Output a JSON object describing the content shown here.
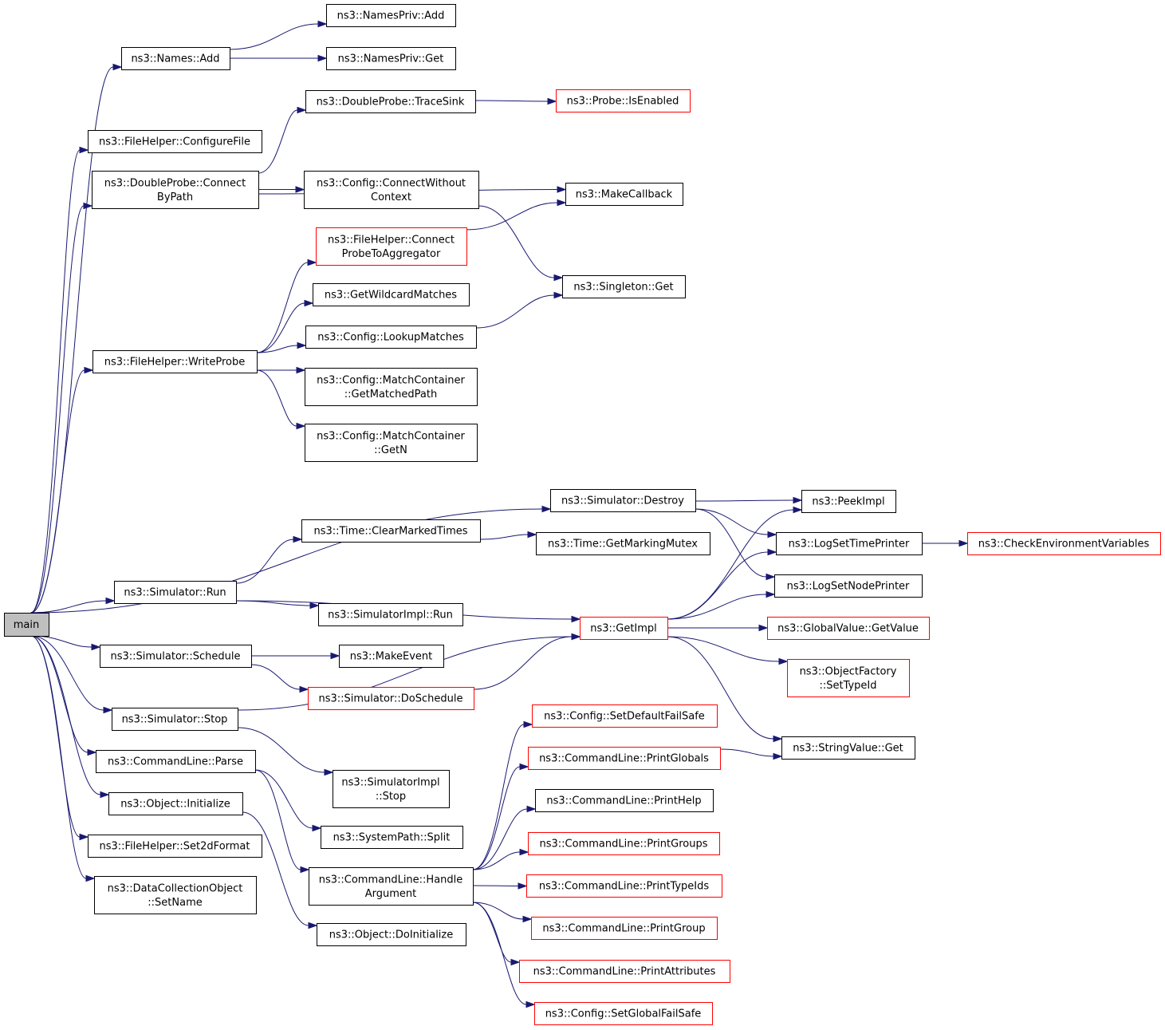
{
  "colors": {
    "edge": "#191970",
    "border_normal": "#000000",
    "border_truncated": "#ff0000",
    "root_fill": "#bfbfbf"
  },
  "nodes": [
    {
      "id": "main",
      "lines": [
        "main"
      ],
      "kind": "root"
    },
    {
      "id": "names_add",
      "lines": [
        "ns3::Names::Add"
      ],
      "kind": "normal"
    },
    {
      "id": "namespriv_add",
      "lines": [
        "ns3::NamesPriv::Add"
      ],
      "kind": "normal"
    },
    {
      "id": "namespriv_get",
      "lines": [
        "ns3::NamesPriv::Get"
      ],
      "kind": "normal"
    },
    {
      "id": "doubleprobe_tracesink",
      "lines": [
        "ns3::DoubleProbe::TraceSink"
      ],
      "kind": "normal"
    },
    {
      "id": "probe_isenabled",
      "lines": [
        "ns3::Probe::IsEnabled"
      ],
      "kind": "truncated"
    },
    {
      "id": "filehelper_configurefile",
      "lines": [
        "ns3::FileHelper::ConfigureFile"
      ],
      "kind": "normal"
    },
    {
      "id": "doubleprobe_connectbypath",
      "lines": [
        "ns3::DoubleProbe::Connect",
        "ByPath"
      ],
      "kind": "normal"
    },
    {
      "id": "config_connectwithoutcontext",
      "lines": [
        "ns3::Config::ConnectWithout",
        "Context"
      ],
      "kind": "normal"
    },
    {
      "id": "makecallback",
      "lines": [
        "ns3::MakeCallback"
      ],
      "kind": "normal"
    },
    {
      "id": "filehelper_connectprobetoaggregator",
      "lines": [
        "ns3::FileHelper::Connect",
        "ProbeToAggregator"
      ],
      "kind": "truncated"
    },
    {
      "id": "singleton_get",
      "lines": [
        "ns3::Singleton::Get"
      ],
      "kind": "normal"
    },
    {
      "id": "getwildcardmatches",
      "lines": [
        "ns3::GetWildcardMatches"
      ],
      "kind": "normal"
    },
    {
      "id": "config_lookupmatches",
      "lines": [
        "ns3::Config::LookupMatches"
      ],
      "kind": "normal"
    },
    {
      "id": "filehelper_writeprobe",
      "lines": [
        "ns3::FileHelper::WriteProbe"
      ],
      "kind": "normal"
    },
    {
      "id": "matchcontainer_getmatchedpath",
      "lines": [
        "ns3::Config::MatchContainer",
        "::GetMatchedPath"
      ],
      "kind": "normal"
    },
    {
      "id": "matchcontainer_getn",
      "lines": [
        "ns3::Config::MatchContainer",
        "::GetN"
      ],
      "kind": "normal"
    },
    {
      "id": "simulator_destroy",
      "lines": [
        "ns3::Simulator::Destroy"
      ],
      "kind": "normal"
    },
    {
      "id": "peekimpl",
      "lines": [
        "ns3::PeekImpl"
      ],
      "kind": "normal"
    },
    {
      "id": "time_clearmarkedtimes",
      "lines": [
        "ns3::Time::ClearMarkedTimes"
      ],
      "kind": "normal"
    },
    {
      "id": "logsettimeprinter",
      "lines": [
        "ns3::LogSetTimePrinter"
      ],
      "kind": "normal"
    },
    {
      "id": "checkenvironmentvariables",
      "lines": [
        "ns3::CheckEnvironmentVariables"
      ],
      "kind": "truncated"
    },
    {
      "id": "time_getmarkingmutex",
      "lines": [
        "ns3::Time::GetMarkingMutex"
      ],
      "kind": "normal"
    },
    {
      "id": "simulator_run",
      "lines": [
        "ns3::Simulator::Run"
      ],
      "kind": "normal"
    },
    {
      "id": "logsetnodeprinter",
      "lines": [
        "ns3::LogSetNodePrinter"
      ],
      "kind": "normal"
    },
    {
      "id": "simulatorimpl_run",
      "lines": [
        "ns3::SimulatorImpl::Run"
      ],
      "kind": "normal"
    },
    {
      "id": "getimpl",
      "lines": [
        "ns3::GetImpl"
      ],
      "kind": "truncated"
    },
    {
      "id": "globalvalue_getvalue",
      "lines": [
        "ns3::GlobalValue::GetValue"
      ],
      "kind": "truncated"
    },
    {
      "id": "simulator_schedule",
      "lines": [
        "ns3::Simulator::Schedule"
      ],
      "kind": "normal"
    },
    {
      "id": "makeevent",
      "lines": [
        "ns3::MakeEvent"
      ],
      "kind": "normal"
    },
    {
      "id": "objectfactory_settypeid",
      "lines": [
        "ns3::ObjectFactory",
        "::SetTypeId"
      ],
      "kind": "truncated"
    },
    {
      "id": "simulator_doschedule",
      "lines": [
        "ns3::Simulator::DoSchedule"
      ],
      "kind": "truncated"
    },
    {
      "id": "config_setdefaultfailsafe",
      "lines": [
        "ns3::Config::SetDefaultFailSafe"
      ],
      "kind": "truncated"
    },
    {
      "id": "simulator_stop",
      "lines": [
        "ns3::Simulator::Stop"
      ],
      "kind": "normal"
    },
    {
      "id": "stringvalue_get",
      "lines": [
        "ns3::StringValue::Get"
      ],
      "kind": "normal"
    },
    {
      "id": "commandline_printglobals",
      "lines": [
        "ns3::CommandLine::PrintGlobals"
      ],
      "kind": "truncated"
    },
    {
      "id": "commandline_parse",
      "lines": [
        "ns3::CommandLine::Parse"
      ],
      "kind": "normal"
    },
    {
      "id": "simulatorimpl_stop",
      "lines": [
        "ns3::SimulatorImpl",
        "::Stop"
      ],
      "kind": "normal"
    },
    {
      "id": "commandline_printhelp",
      "lines": [
        "ns3::CommandLine::PrintHelp"
      ],
      "kind": "normal"
    },
    {
      "id": "object_initialize",
      "lines": [
        "ns3::Object::Initialize"
      ],
      "kind": "normal"
    },
    {
      "id": "systempath_split",
      "lines": [
        "ns3::SystemPath::Split"
      ],
      "kind": "normal"
    },
    {
      "id": "commandline_printgroups",
      "lines": [
        "ns3::CommandLine::PrintGroups"
      ],
      "kind": "truncated"
    },
    {
      "id": "filehelper_set2dformat",
      "lines": [
        "ns3::FileHelper::Set2dFormat"
      ],
      "kind": "normal"
    },
    {
      "id": "commandline_handleargument",
      "lines": [
        "ns3::CommandLine::Handle",
        "Argument"
      ],
      "kind": "normal"
    },
    {
      "id": "commandline_printtypeids",
      "lines": [
        "ns3::CommandLine::PrintTypeIds"
      ],
      "kind": "truncated"
    },
    {
      "id": "datacollectionobject_setname",
      "lines": [
        "ns3::DataCollectionObject",
        "::SetName"
      ],
      "kind": "normal"
    },
    {
      "id": "commandline_printgroup",
      "lines": [
        "ns3::CommandLine::PrintGroup"
      ],
      "kind": "truncated"
    },
    {
      "id": "object_doinitialize",
      "lines": [
        "ns3::Object::DoInitialize"
      ],
      "kind": "normal"
    },
    {
      "id": "commandline_printattributes",
      "lines": [
        "ns3::CommandLine::PrintAttributes"
      ],
      "kind": "truncated"
    },
    {
      "id": "config_setglobalfailsafe",
      "lines": [
        "ns3::Config::SetGlobalFailSafe"
      ],
      "kind": "truncated"
    }
  ],
  "edges": [
    {
      "from": "main",
      "to": "names_add"
    },
    {
      "from": "main",
      "to": "filehelper_configurefile"
    },
    {
      "from": "main",
      "to": "doubleprobe_connectbypath"
    },
    {
      "from": "main",
      "to": "filehelper_writeprobe"
    },
    {
      "from": "main",
      "to": "simulator_destroy"
    },
    {
      "from": "main",
      "to": "simulator_run"
    },
    {
      "from": "main",
      "to": "simulator_schedule"
    },
    {
      "from": "main",
      "to": "simulator_stop"
    },
    {
      "from": "main",
      "to": "commandline_parse"
    },
    {
      "from": "main",
      "to": "object_initialize"
    },
    {
      "from": "main",
      "to": "filehelper_set2dformat"
    },
    {
      "from": "main",
      "to": "datacollectionobject_setname"
    },
    {
      "from": "names_add",
      "to": "namespriv_add"
    },
    {
      "from": "names_add",
      "to": "namespriv_get"
    },
    {
      "from": "doubleprobe_connectbypath",
      "to": "doubleprobe_tracesink"
    },
    {
      "from": "doubleprobe_connectbypath",
      "to": "makecallback"
    },
    {
      "from": "doubleprobe_connectbypath",
      "to": "config_connectwithoutcontext"
    },
    {
      "from": "doubleprobe_tracesink",
      "to": "probe_isenabled"
    },
    {
      "from": "config_connectwithoutcontext",
      "to": "singleton_get"
    },
    {
      "from": "filehelper_connectprobetoaggregator",
      "to": "makecallback"
    },
    {
      "from": "filehelper_writeprobe",
      "to": "filehelper_connectprobetoaggregator"
    },
    {
      "from": "filehelper_writeprobe",
      "to": "getwildcardmatches"
    },
    {
      "from": "filehelper_writeprobe",
      "to": "config_lookupmatches"
    },
    {
      "from": "filehelper_writeprobe",
      "to": "matchcontainer_getmatchedpath"
    },
    {
      "from": "filehelper_writeprobe",
      "to": "matchcontainer_getn"
    },
    {
      "from": "config_lookupmatches",
      "to": "singleton_get"
    },
    {
      "from": "simulator_destroy",
      "to": "peekimpl"
    },
    {
      "from": "simulator_destroy",
      "to": "logsettimeprinter"
    },
    {
      "from": "simulator_destroy",
      "to": "logsetnodeprinter"
    },
    {
      "from": "logsettimeprinter",
      "to": "checkenvironmentvariables"
    },
    {
      "from": "simulator_run",
      "to": "time_clearmarkedtimes"
    },
    {
      "from": "simulator_run",
      "to": "getimpl"
    },
    {
      "from": "simulator_run",
      "to": "simulatorimpl_run"
    },
    {
      "from": "time_clearmarkedtimes",
      "to": "time_getmarkingmutex"
    },
    {
      "from": "getimpl",
      "to": "peekimpl"
    },
    {
      "from": "getimpl",
      "to": "logsettimeprinter"
    },
    {
      "from": "getimpl",
      "to": "logsetnodeprinter"
    },
    {
      "from": "getimpl",
      "to": "globalvalue_getvalue"
    },
    {
      "from": "getimpl",
      "to": "objectfactory_settypeid"
    },
    {
      "from": "getimpl",
      "to": "stringvalue_get"
    },
    {
      "from": "simulator_schedule",
      "to": "makeevent"
    },
    {
      "from": "simulator_schedule",
      "to": "simulator_doschedule"
    },
    {
      "from": "simulator_doschedule",
      "to": "getimpl"
    },
    {
      "from": "simulator_stop",
      "to": "getimpl"
    },
    {
      "from": "simulator_stop",
      "to": "simulatorimpl_stop"
    },
    {
      "from": "commandline_parse",
      "to": "systempath_split"
    },
    {
      "from": "commandline_parse",
      "to": "commandline_handleargument"
    },
    {
      "from": "object_initialize",
      "to": "object_doinitialize"
    },
    {
      "from": "commandline_printglobals",
      "to": "stringvalue_get"
    },
    {
      "from": "commandline_handleargument",
      "to": "config_setdefaultfailsafe"
    },
    {
      "from": "commandline_handleargument",
      "to": "commandline_printglobals"
    },
    {
      "from": "commandline_handleargument",
      "to": "commandline_printhelp"
    },
    {
      "from": "commandline_handleargument",
      "to": "commandline_printgroups"
    },
    {
      "from": "commandline_handleargument",
      "to": "commandline_printtypeids"
    },
    {
      "from": "commandline_handleargument",
      "to": "commandline_printgroup"
    },
    {
      "from": "commandline_handleargument",
      "to": "commandline_printattributes"
    },
    {
      "from": "commandline_handleargument",
      "to": "config_setglobalfailsafe"
    }
  ]
}
